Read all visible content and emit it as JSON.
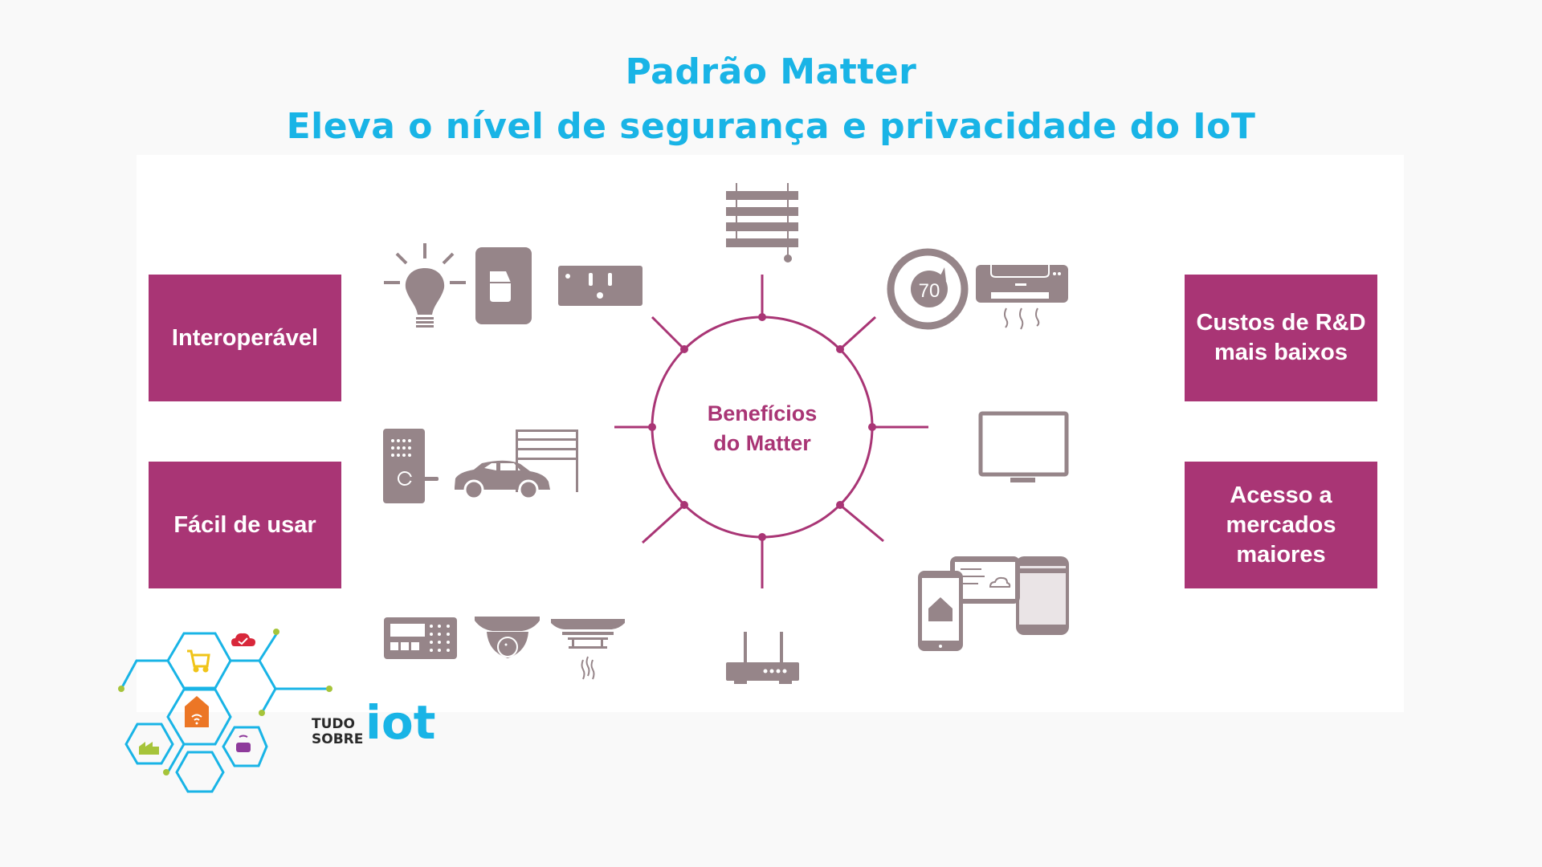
{
  "header": {
    "title_line1": "Padrão Matter",
    "title_line2": "Eleva o nível de segurança e privacidade do IoT"
  },
  "diagram": {
    "center_label": "Benefícios\ndo Matter",
    "benefits": [
      {
        "label": "Interoperável",
        "position": "top-left"
      },
      {
        "label": "Fácil de usar",
        "position": "bottom-left"
      },
      {
        "label": "Custos de R&D\nmais baixos",
        "position": "top-right"
      },
      {
        "label": "Acesso a\nmercados\nmaiores",
        "position": "bottom-right"
      }
    ],
    "device_icons": [
      "light-bulb-icon",
      "wall-switch-icon",
      "power-outlet-icon",
      "window-blinds-icon",
      "thermostat-icon",
      "air-conditioner-icon",
      "smart-lock-icon",
      "car-icon",
      "garage-door-icon",
      "tv-icon",
      "phone-tablet-speaker-icon",
      "alarm-keypad-icon",
      "security-camera-icon",
      "smoke-detector-icon",
      "router-icon"
    ],
    "thermostat_value": "70"
  },
  "logo": {
    "text_small": "TUDO\nSOBRE",
    "text_large": "iot"
  },
  "colors": {
    "title": "#19b4e6",
    "accent": "#a93575",
    "icon": "#968589",
    "background": "#f9f9f9"
  }
}
